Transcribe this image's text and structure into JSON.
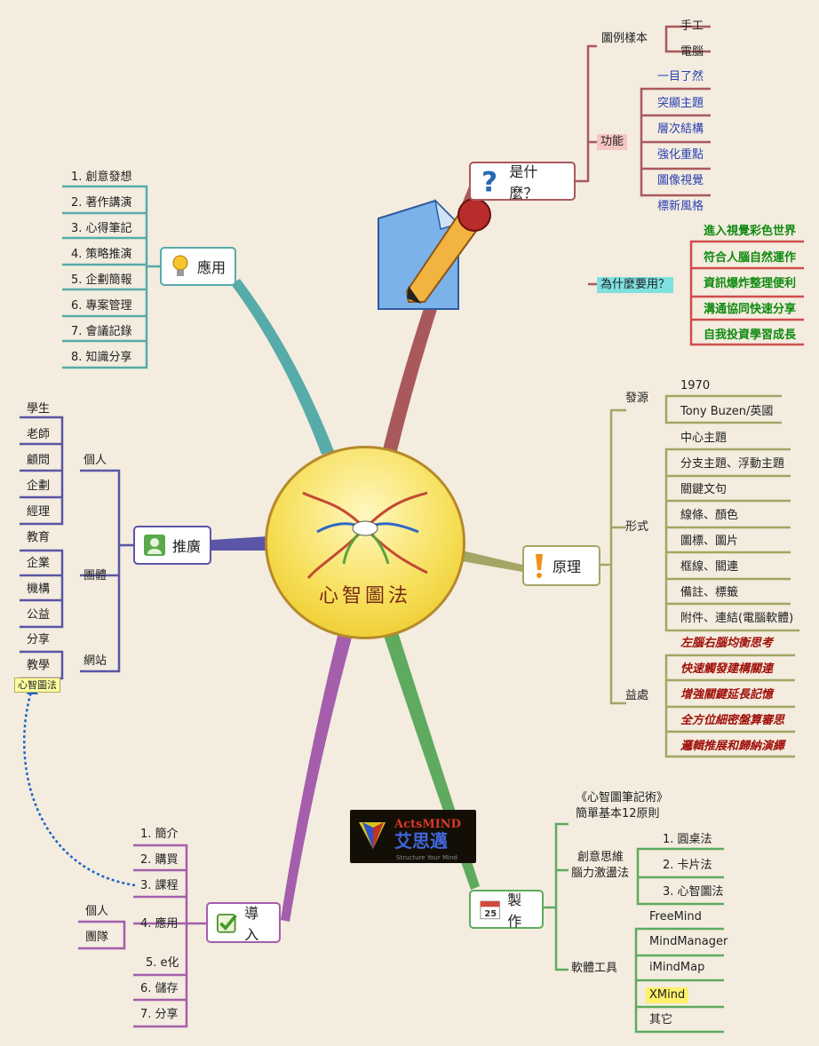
{
  "center": {
    "title": "心智圖法"
  },
  "what": {
    "label": "是什麼？",
    "legend_label": "圖例樣本",
    "legend_items": [
      "手工",
      "電腦"
    ],
    "function_label": "功能",
    "function_items": [
      "一目了然",
      "突顯主題",
      "層次結構",
      "強化重點",
      "圖像視覺",
      "標新風格"
    ],
    "why_label": "為什麼要用？",
    "why_items": [
      "進入視覺彩色世界",
      "符合人腦自然運作",
      "資訊爆炸整理便利",
      "溝通協同快速分享",
      "自我投資學習成長"
    ]
  },
  "apply": {
    "label": "應用",
    "items": [
      "1. 創意發想",
      "2. 著作講演",
      "3. 心得筆記",
      "4. 策略推演",
      "5. 企劃簡報",
      "6. 專案管理",
      "7. 會議記錄",
      "8. 知識分享"
    ]
  },
  "promo": {
    "label": "推廣",
    "personal_label": "個人",
    "personal_items": [
      "學生",
      "老師",
      "顧問",
      "企劃",
      "經理"
    ],
    "group_label": "團體",
    "group_items": [
      "教育",
      "企業",
      "機構",
      "公益"
    ],
    "web_label": "網站",
    "web_items": [
      "分享",
      "教學"
    ]
  },
  "principle": {
    "label": "原理",
    "source_label": "發源",
    "source_items": [
      "1970",
      "Tony Buzen/英國"
    ],
    "form_label": "形式",
    "form_items": [
      "中心主題",
      "分支主題、浮動主題",
      "關鍵文句",
      "線條、顏色",
      "圖標、圖片",
      "框線、關連",
      "備註、標籤",
      "附件、連結(電腦軟體)"
    ],
    "benefit_label": "益處",
    "benefit_items": [
      "左腦右腦均衡思考",
      "快速觸發建構關連",
      "增強關鍵延長記憶",
      "全方位細密盤算審思",
      "邏輯推展和歸納演繹"
    ]
  },
  "intro": {
    "label": "導入",
    "items": [
      "1. 簡介",
      "2. 購買",
      "3. 課程",
      "4. 應用",
      "5. e化",
      "6. 儲存",
      "7. 分享"
    ],
    "apply_sub": [
      "個人",
      "團隊"
    ]
  },
  "make": {
    "label": "製作",
    "book": "《心智圖筆記術》簡單基本12原則",
    "book_line1": "《心智圖筆記術》",
    "book_line2": "簡單基本12原則",
    "method_label_1": "創意思維",
    "method_label_2": "腦力激盪法",
    "methods": [
      "1. 圓桌法",
      "2. 卡片法",
      "3. 心智圖法"
    ],
    "tools_label": "軟體工具",
    "tools": [
      "FreeMind",
      "MindManager",
      "iMindMap",
      "XMind",
      "其它"
    ],
    "calendar_number": "25"
  },
  "callout": "心智圖法",
  "logo": {
    "line1": "ActsMIND",
    "line2": "艾思邁",
    "line3": "Structure Your Mind"
  },
  "colors": {
    "what": "#a9595c",
    "apply": "#57aba9",
    "promo": "#5a55a6",
    "principle": "#a3a664",
    "make": "#5eaa5e",
    "intro": "#a45eab",
    "background": "#f3ecdf"
  }
}
